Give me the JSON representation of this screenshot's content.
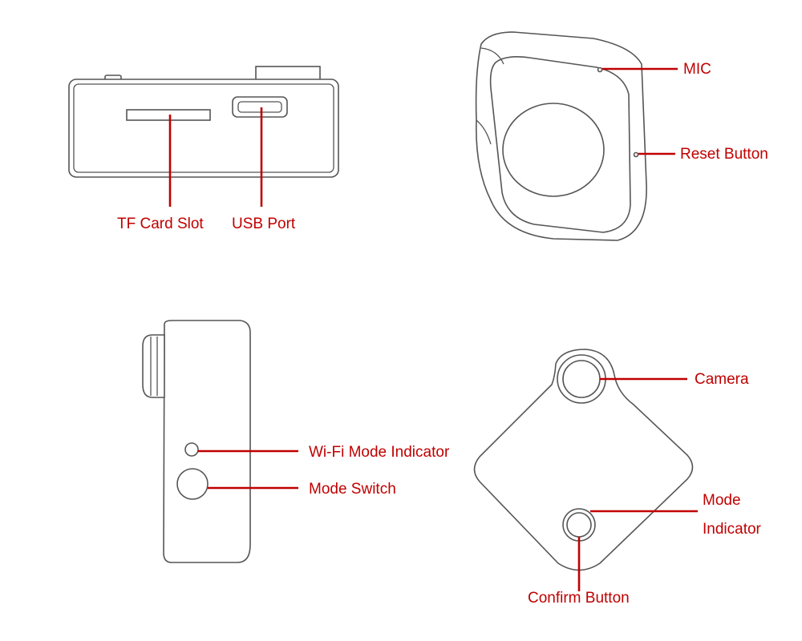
{
  "colors": {
    "callout": "#c00000",
    "line_art": "#555555",
    "background": "#ffffff"
  },
  "views": {
    "bottom": {
      "tf_card_slot": "TF Card Slot",
      "usb_port": "USB Port"
    },
    "back_angle": {
      "mic": "MIC",
      "reset_button": "Reset Button"
    },
    "side": {
      "wifi_mode_indicator": "Wi-Fi Mode Indicator",
      "mode_switch": "Mode Switch"
    },
    "front": {
      "camera": "Camera",
      "mode_indicator_line1": "Mode",
      "mode_indicator_line2": "Indicator",
      "confirm_button": "Confirm Button"
    }
  }
}
